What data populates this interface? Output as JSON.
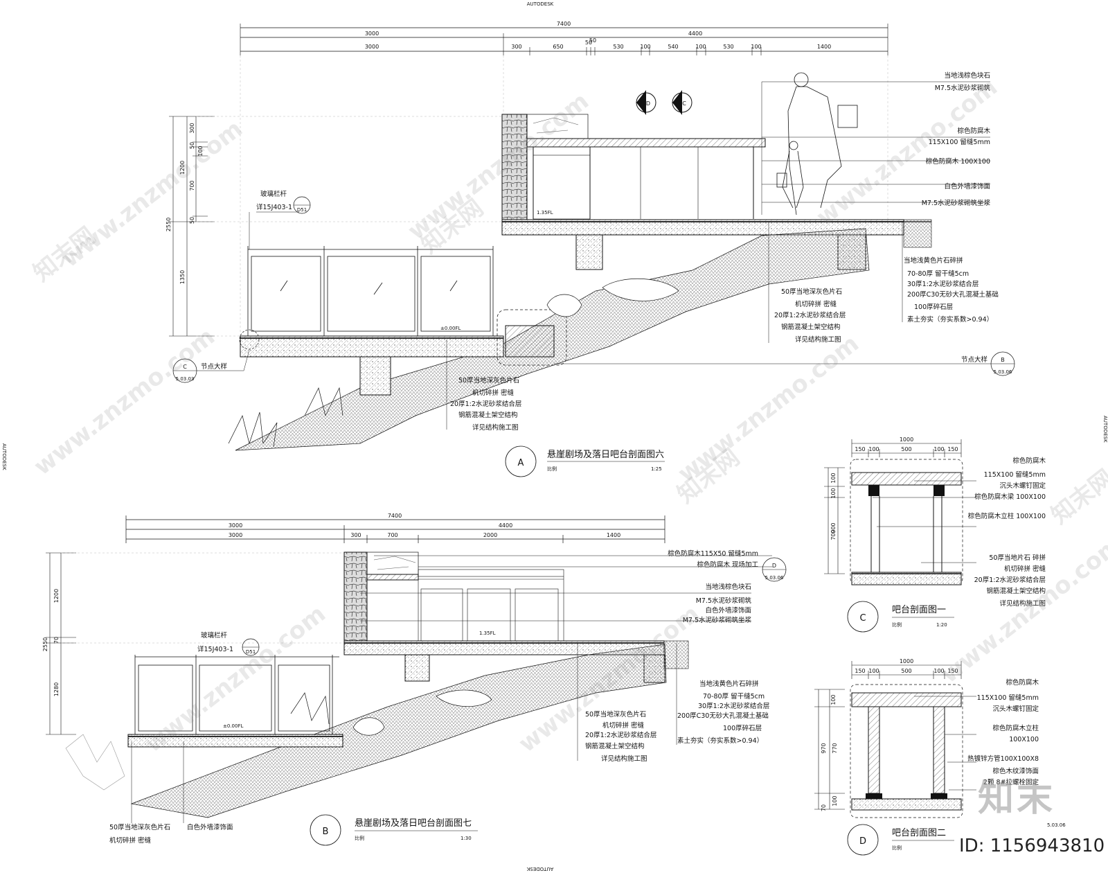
{
  "brand": {
    "top": "AUTODESK",
    "side": "AUTODESK"
  },
  "watermark": {
    "url": "www.znzmo.com",
    "cn": "知末网",
    "logo": "知末",
    "id": "ID: 1156943810"
  },
  "s6": {
    "total": "7400",
    "left": "3000",
    "right": "4400",
    "segs": [
      "3000",
      "300",
      "650",
      "50",
      "50",
      "530",
      "100",
      "540",
      "100",
      "530",
      "100",
      "1400"
    ],
    "heights": [
      "300",
      "50",
      "100",
      "1200",
      "700",
      "50",
      "1350",
      "2550"
    ],
    "notes": [
      "当地浅棕色块石",
      "M7.5水泥砂浆砌筑",
      "棕色防腐木",
      "115X100 留缝5mm",
      "棕色防腐木 100X100",
      "白色外墙漆饰面",
      "M7.5水泥砂浆砌筑坐浆"
    ],
    "rnotes": [
      "当地浅黄色片石碎拼",
      "70-80厚 留干缝5cm",
      "30厚1:2水泥砂浆结合层",
      "200厚C30无砂大孔混凝土基础",
      "100厚碎石层",
      "素土夯实（夯实系数>0.94）"
    ],
    "mnotes": [
      "50厚当地深灰色片石",
      "机切碎拼 密缝",
      "20厚1:2水泥砂浆结合层",
      "钢筋混凝土架空结构",
      "详见结构施工图"
    ],
    "bnotes": [
      "50厚当地深灰色片石",
      "机切碎拼 密缝",
      "20厚1:2水泥砂浆结合层",
      "钢筋混凝土架空结构",
      "详见结构施工图"
    ],
    "rail": "玻璃栏杆",
    "railRef": "详15J403-1",
    "railTag": "D51",
    "node": "节点大样",
    "nodeTagL": "C",
    "nodeRefL": "5.03.03",
    "nodeTagR": "B",
    "nodeRefR": "5.03.06",
    "lv1": "1.35FL",
    "lv0": "±0.00FL",
    "secD": "D",
    "secC": "C",
    "tag": "A",
    "title": "悬崖剧场及落日吧台剖面图六",
    "scaleLbl": "比例",
    "scale": "1:25"
  },
  "s7": {
    "total": "7400",
    "left": "3000",
    "right": "4400",
    "segs": [
      "3000",
      "300",
      "700",
      "2000",
      "1400"
    ],
    "heights": [
      "1200",
      "70",
      "2550",
      "1280"
    ],
    "tnotes": [
      "棕色防腐木115X50 留缝5mm",
      "棕色防腐木 现场加工"
    ],
    "dtag": "D",
    "dref": "5.03.06",
    "notes": [
      "当地浅棕色块石",
      "M7.5水泥砂浆砌筑",
      "白色外墙漆饰面",
      "M7.5水泥砂浆砌筑坐浆"
    ],
    "rnotes": [
      "当地浅黄色片石碎拼",
      "70-80厚 留干缝5cm",
      "30厚1:2水泥砂浆结合层",
      "200厚C30无砂大孔混凝土基础",
      "100厚碎石层",
      "素土夯实（夯实系数>0.94）"
    ],
    "mnotes": [
      "50厚当地深灰色片石",
      "机切碎拼 密缝",
      "20厚1:2水泥砂浆结合层",
      "钢筋混凝土架空结构",
      "详见结构施工图"
    ],
    "bnotes": [
      "50厚当地深灰色片石",
      "机切碎拼 密缝"
    ],
    "wall": "白色外墙漆饰面",
    "rail": "玻璃栏杆",
    "railRef": "详15J403-1",
    "railTag": "D51",
    "lv1": "1.35FL",
    "lv0": "±0.00FL",
    "tag": "B",
    "title": "悬崖剧场及落日吧台剖面图七",
    "scaleLbl": "比例",
    "scale": "1:30"
  },
  "sc": {
    "total": "1000",
    "segs": [
      "150",
      "100",
      "500",
      "100",
      "150"
    ],
    "heights": [
      "100",
      "100",
      "900",
      "700"
    ],
    "notes": [
      "棕色防腐木",
      "115X100 留缝5mm",
      "沉头木螺钉固定",
      "棕色防腐木梁 100X100",
      "棕色防腐木立柱 100X100",
      "50厚当地片石 碎拼",
      "机切碎拼 密缝",
      "20厚1:2水泥砂浆结合层",
      "钢筋混凝土架空结构",
      "详见结构施工图"
    ],
    "tag": "C",
    "title": "吧台剖面图一",
    "scaleLbl": "比例",
    "scale": "1:20"
  },
  "sd": {
    "total": "1000",
    "segs": [
      "150",
      "100",
      "500",
      "100",
      "150"
    ],
    "heights": [
      "100",
      "970",
      "770",
      "100",
      "70"
    ],
    "notes": [
      "棕色防腐木",
      "115X100 留缝5mm",
      "沉头木螺钉固定",
      "棕色防腐木立柱",
      "100X100",
      "热镀锌方管100X100X8",
      "棕色木纹漆饰面",
      "2颗 8#拉螺栓固定"
    ],
    "dref": "5.03.06",
    "tag": "D",
    "title": "吧台剖面图二",
    "scaleLbl": "比例"
  }
}
